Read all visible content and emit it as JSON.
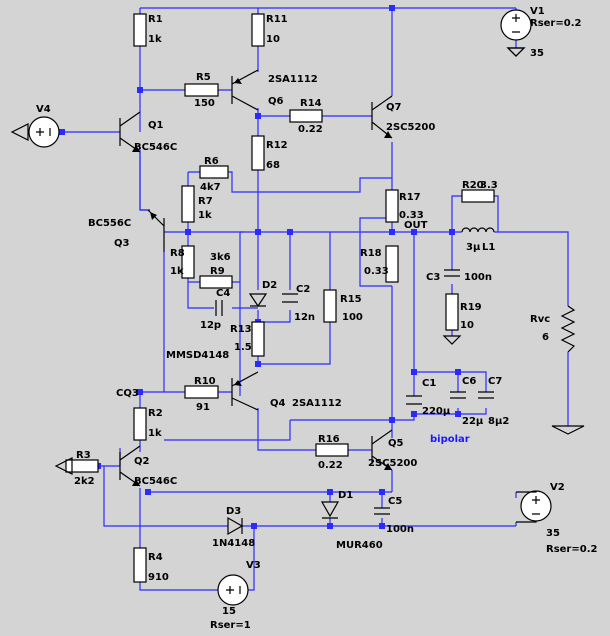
{
  "sources": {
    "v1": {
      "name": "V1",
      "param": "Rser=0.2",
      "value": "35"
    },
    "v2": {
      "name": "V2",
      "param": "Rser=0.2",
      "value": "35"
    },
    "v3": {
      "name": "V3",
      "value": "15",
      "param": "Rser=1"
    },
    "v4": {
      "name": "V4"
    }
  },
  "resistors": {
    "r1": {
      "name": "R1",
      "value": "1k"
    },
    "r2": {
      "name": "R2",
      "value": "1k"
    },
    "r3": {
      "name": "R3",
      "value": "2k2"
    },
    "r4": {
      "name": "R4",
      "value": "910"
    },
    "r5": {
      "name": "R5",
      "value": "150"
    },
    "r6": {
      "name": "R6",
      "value": "4k7"
    },
    "r7": {
      "name": "R7",
      "value": "1k"
    },
    "r8": {
      "name": "R8",
      "value": "1k"
    },
    "r9": {
      "name": "R9",
      "value": "3k6"
    },
    "r10": {
      "name": "R10",
      "value": "91"
    },
    "r11": {
      "name": "R11",
      "value": "10"
    },
    "r12": {
      "name": "R12",
      "value": "68"
    },
    "r13": {
      "name": "R13",
      "value": "1.5"
    },
    "r14": {
      "name": "R14",
      "value": "0.22"
    },
    "r15": {
      "name": "R15",
      "value": "100"
    },
    "r16": {
      "name": "R16",
      "value": "0.22"
    },
    "r17": {
      "name": "R17",
      "value": "0.33"
    },
    "r18": {
      "name": "R18",
      "value": "0.33"
    },
    "r19": {
      "name": "R19",
      "value": "10"
    },
    "r20": {
      "name": "R20",
      "value": "3.3"
    },
    "rvc": {
      "name": "Rvc",
      "value": "6"
    }
  },
  "capacitors": {
    "c1": {
      "name": "C1",
      "value": "220µ"
    },
    "c2": {
      "name": "C2",
      "value": "12n"
    },
    "c3": {
      "name": "C3",
      "value": "100n"
    },
    "c4": {
      "name": "C4",
      "value": "12p"
    },
    "c5": {
      "name": "C5",
      "value": "100n"
    },
    "c6": {
      "name": "C6",
      "value": "22µ"
    },
    "c7": {
      "name": "C7",
      "value": "8µ2"
    }
  },
  "inductors": {
    "l1": {
      "name": "L1",
      "value": "3µ"
    }
  },
  "transistors": {
    "q1": {
      "name": "Q1",
      "model": "BC546C"
    },
    "q2": {
      "name": "Q2",
      "model": "BC546C"
    },
    "q3": {
      "name": "Q3",
      "model": "BC556C"
    },
    "q4": {
      "name": "Q4",
      "model": "2SA1112"
    },
    "q5": {
      "name": "Q5",
      "model": "2SC5200"
    },
    "q6": {
      "name": "Q6",
      "model": "2SA1112"
    },
    "q7": {
      "name": "Q7",
      "model": "2SC5200"
    }
  },
  "diodes": {
    "d1": {
      "name": "D1",
      "model": "MUR460"
    },
    "d2": {
      "name": "D2",
      "model": "MMSD4148"
    },
    "d3": {
      "name": "D3",
      "model": "1N4148"
    }
  },
  "labels": {
    "out": "OUT",
    "cq3": "CQ3",
    "bipolar": "bipolar"
  },
  "colors": {
    "background": "#d4d4d4",
    "wire": "#2b2bff",
    "component": "#000000",
    "annotation": "#1a1aff"
  }
}
